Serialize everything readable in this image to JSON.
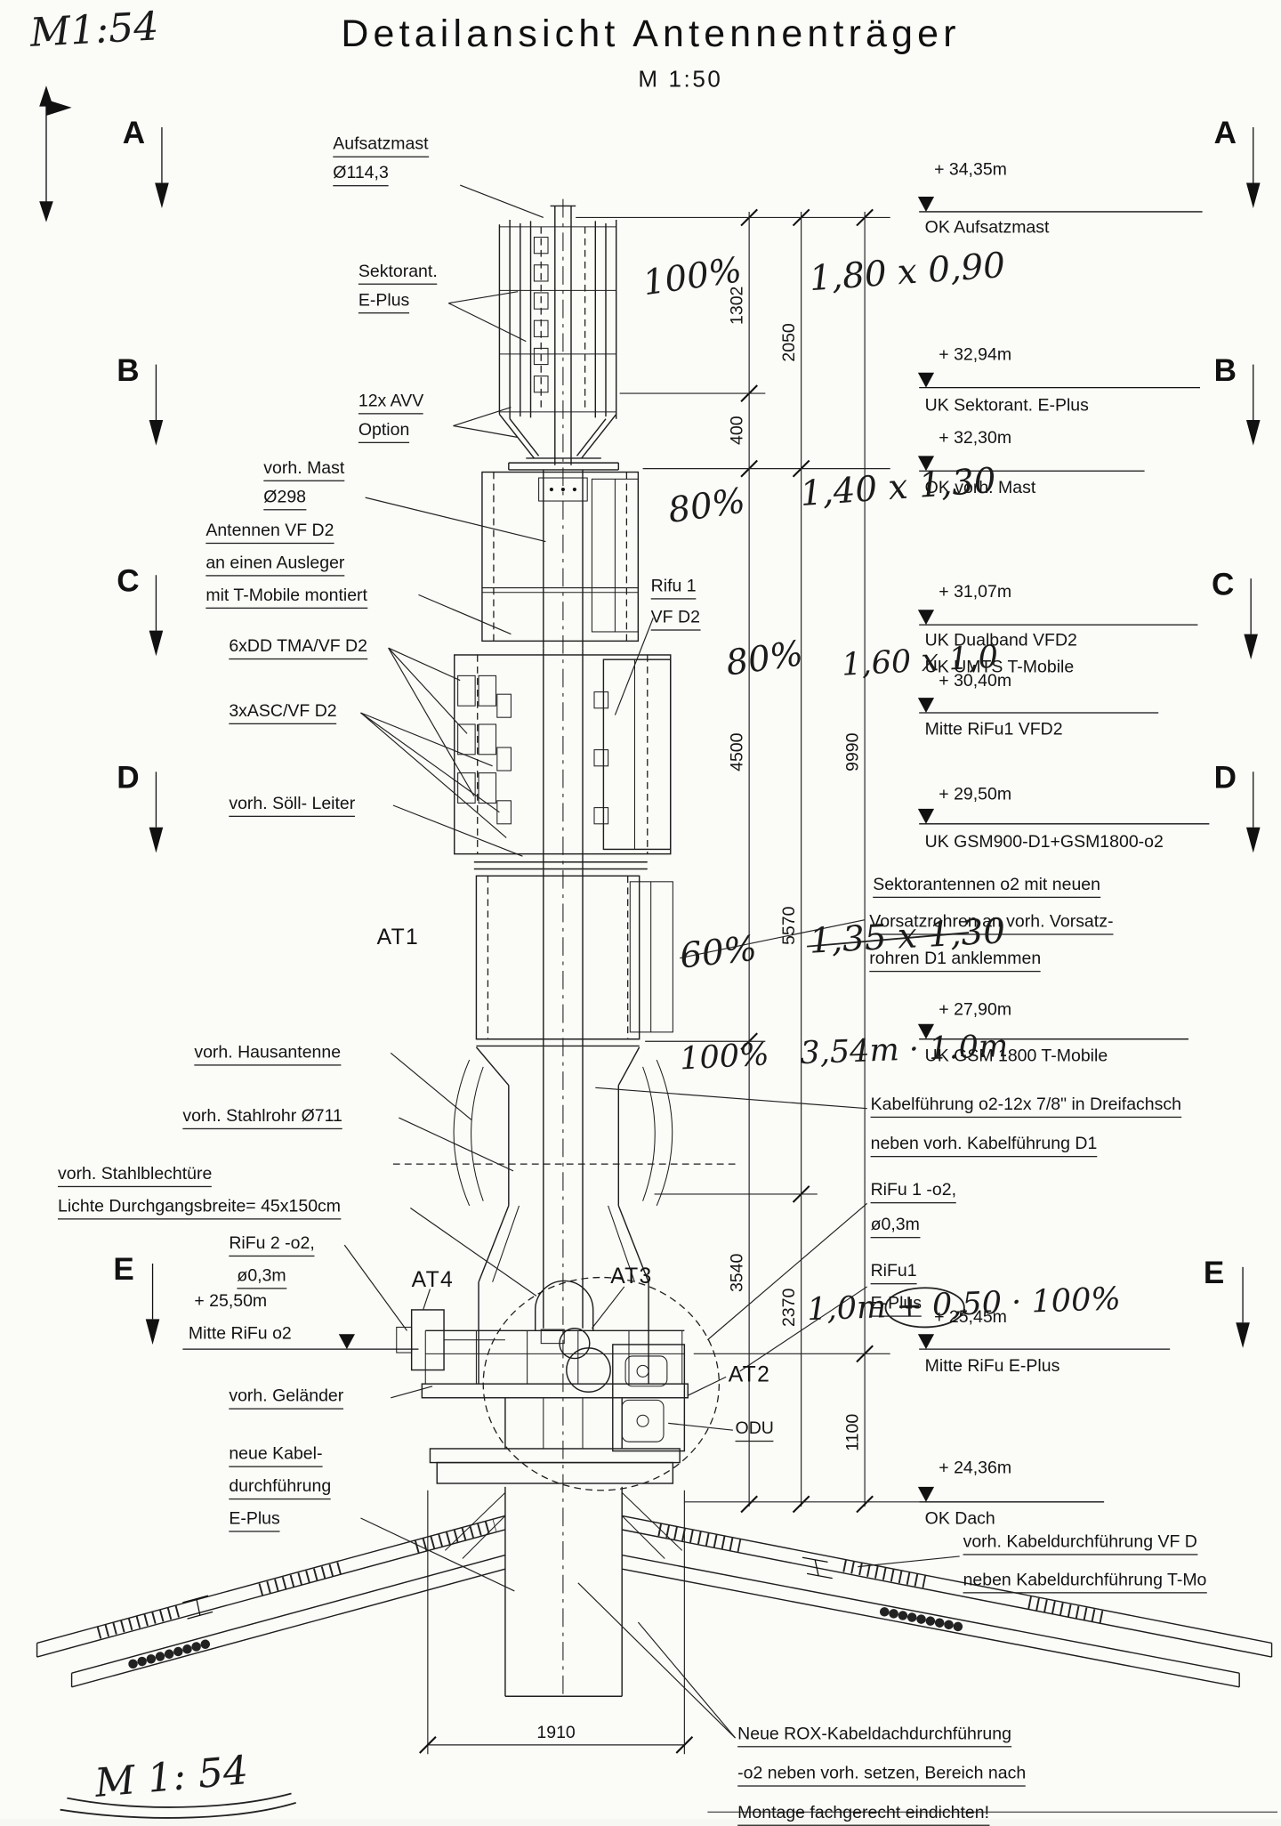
{
  "header": {
    "hand_scale": "M1:54",
    "title": "Detailansicht Antennenträger",
    "scale": "M 1:50"
  },
  "sections": [
    "A",
    "B",
    "C",
    "D",
    "E"
  ],
  "labels": {
    "aufsatzmast_1": "Aufsatzmast",
    "aufsatzmast_2": "Ø114,3",
    "sektorant_1": "Sektorant.",
    "sektorant_2": "E-Plus",
    "avv_1": "12x AVV",
    "avv_2": "Option",
    "vorh_mast_1": "vorh. Mast",
    "vorh_mast_2": "Ø298",
    "antennen_1": "Antennen VF D2",
    "antennen_2": "an einen Ausleger",
    "antennen_3": "mit T-Mobile montiert",
    "tma": "6xDD TMA/VF D2",
    "asc": "3xASC/VF D2",
    "leiter": "vorh. Söll- Leiter",
    "at1": "AT1",
    "rifu1_vfd2_1": "Rifu 1",
    "rifu1_vfd2_2": "VF D2",
    "hausantenne": "vorh. Hausantenne",
    "stahlrohr": "vorh. Stahlrohr Ø711",
    "tuer_1": "vorh. Stahlblechtüre",
    "tuer_2": "Lichte Durchgangsbreite= 45x150cm",
    "rifu2_1": "RiFu 2 -o2,",
    "rifu2_2": "ø0,3m",
    "at4": "AT4",
    "at3": "AT3",
    "at2": "AT2",
    "odu": "ODU",
    "gelaender": "vorh. Geländer",
    "kabel_1": "neue Kabel-",
    "kabel_2": "durchführung",
    "kabel_3": "E-Plus"
  },
  "left_elevation": {
    "value": "+ 25,50m",
    "desc": "Mitte RiFu o2"
  },
  "elevations": [
    {
      "value": "+ 34,35m",
      "desc": "OK Aufsatzmast"
    },
    {
      "value": "+ 32,94m",
      "desc": "UK Sektorant. E-Plus"
    },
    {
      "value": "+ 32,30m",
      "desc": "OK vorh. Mast"
    },
    {
      "value": "+ 31,07m",
      "desc": "UK Dualband VFD2",
      "desc2": "UK UMTS T-Mobile"
    },
    {
      "value": "+ 30,40m",
      "desc": "Mitte RiFu1 VFD2"
    },
    {
      "value": "+ 29,50m",
      "desc": "UK GSM900-D1+GSM1800-o2"
    },
    {
      "value": "+ 27,90m",
      "desc": "UK GSM 1800 T-Mobile"
    },
    {
      "value": "+ 25,45m",
      "desc": "Mitte RiFu E-Plus"
    },
    {
      "value": "+ 24,36m",
      "desc": "OK Dach"
    }
  ],
  "notes": {
    "sektor_o2_1": "Sektorantennen o2 mit neuen",
    "sektor_o2_2": "Vorsatzrohren an vorh. Vorsatz-",
    "sektor_o2_3": "rohren D1 anklemmen",
    "kabelfuehrung_1": "Kabelführung o2-12x 7/8\" in Dreifachsch",
    "kabelfuehrung_2": "neben vorh. Kabelführung D1",
    "rifu1_o2_1": "RiFu 1 -o2,",
    "rifu1_o2_2": "ø0,3m",
    "rifu1_eplus_1": "RiFu1",
    "rifu1_eplus_2": "E-Plus",
    "kabeldurch_1": "vorh. Kabeldurchführung  VF D",
    "kabeldurch_2": "neben Kabeldurchführung T-Mo",
    "rox_1": "Neue ROX-Kabeldachdurchführung",
    "rox_2": "-o2 neben vorh. setzen, Bereich nach",
    "rox_3": "Montage fachgerecht eindichten!"
  },
  "dimensions": {
    "d1302": "1302",
    "d2050": "2050",
    "d400": "400",
    "d4500": "4500",
    "d9990": "9990",
    "d5570": "5570",
    "d3540": "3540",
    "d2370": "2370",
    "d1100": "1100",
    "d1910": "1910"
  },
  "handwritten": {
    "pct_100a": "100%",
    "dim_a": "1,80 x 0,90",
    "pct_80a": "80%",
    "dim_b": "1,40 x 1,30",
    "pct_80b": "80%",
    "dim_c": "1,60 x 1,0",
    "pct_60": "60%",
    "dim_d": "1,35 x 1,30",
    "pct_100b": "100%",
    "dim_e": "3,54m · 1.0m",
    "dim_f": "1,0m + 0,50 · 100%",
    "scale_bottom": "M 1: 54"
  }
}
